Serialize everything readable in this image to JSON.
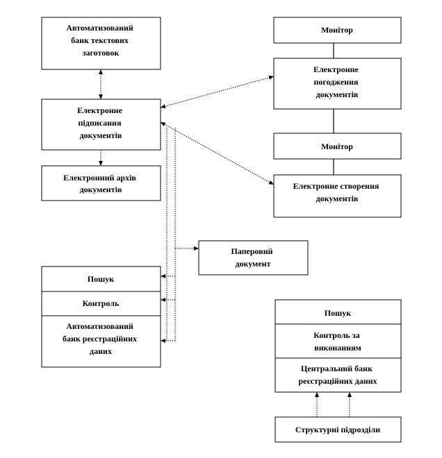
{
  "nodes": {
    "auto_bank_templates": "Автоматизований банк текстових заготовок",
    "e_signing": "Електронне підписання документів",
    "e_archive": "Електронний архів документів",
    "monitor_top": "Монітор",
    "e_approval": "Електронне погодження документів",
    "monitor_mid": "Монітор",
    "e_creation": "Електронне створення документів",
    "paper_doc": "Паперовий документ",
    "left_search": "Пошук",
    "left_control": "Контроль",
    "left_bank": "Автоматизований банк реєстраційних даних",
    "right_search": "Пошук",
    "right_control": "Контроль за виконанням",
    "central_bank": "Центральний банк реєстраційних даних",
    "struct_units": "Структурні підрозділи"
  }
}
